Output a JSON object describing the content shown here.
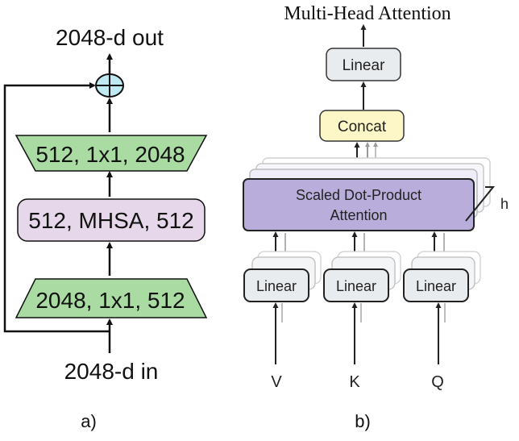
{
  "panel_a": {
    "output_label": "2048-d out",
    "input_label": "2048-d in",
    "top_block": "512, 1x1, 2048",
    "middle_block": "512, MHSA, 512",
    "bottom_block": "2048, 1x1, 512",
    "caption": "a)"
  },
  "panel_b": {
    "title": "Multi-Head Attention",
    "linear_out": "Linear",
    "concat": "Concat",
    "attention_line1": "Scaled Dot-Product",
    "attention_line2": "Attention",
    "heads_label": "h",
    "linear_v": "Linear",
    "linear_k": "Linear",
    "linear_q": "Linear",
    "input_v": "V",
    "input_k": "K",
    "input_q": "Q",
    "caption": "b)"
  },
  "colors": {
    "green_block": "#a9dba3",
    "purple_block": "#e6d8ea",
    "circle_fill": "#bfe9f3",
    "linear_fill": "#e9ecef",
    "concat_fill": "#fdf6c7",
    "attention_fill": "#b9aedb"
  }
}
